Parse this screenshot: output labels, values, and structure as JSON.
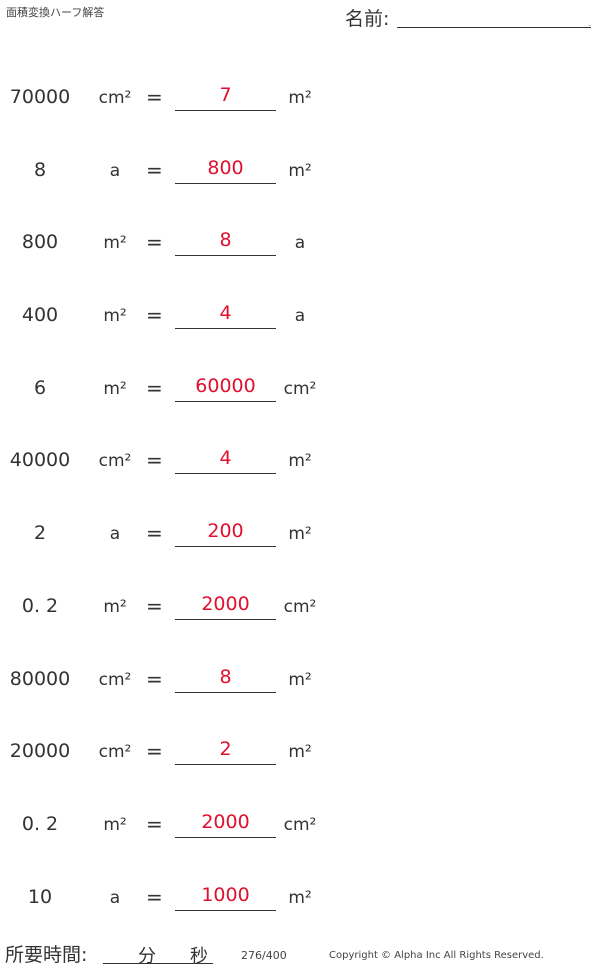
{
  "header": {
    "sheet_title": "面積変換ハーフ解答",
    "name_label": "名前:",
    "name_dot": "."
  },
  "equals_sign": "=",
  "problems": [
    {
      "value": "70000",
      "from_unit": "cm²",
      "answer": "7",
      "to_unit": "m²"
    },
    {
      "value": "8",
      "from_unit": "a",
      "answer": "800",
      "to_unit": "m²"
    },
    {
      "value": "800",
      "from_unit": "m²",
      "answer": "8",
      "to_unit": "a"
    },
    {
      "value": "400",
      "from_unit": "m²",
      "answer": "4",
      "to_unit": "a"
    },
    {
      "value": "6",
      "from_unit": "m²",
      "answer": "60000",
      "to_unit": "cm²"
    },
    {
      "value": "40000",
      "from_unit": "cm²",
      "answer": "4",
      "to_unit": "m²"
    },
    {
      "value": "2",
      "from_unit": "a",
      "answer": "200",
      "to_unit": "m²"
    },
    {
      "value": "0. 2",
      "from_unit": "m²",
      "answer": "2000",
      "to_unit": "cm²"
    },
    {
      "value": "80000",
      "from_unit": "cm²",
      "answer": "8",
      "to_unit": "m²"
    },
    {
      "value": "20000",
      "from_unit": "cm²",
      "answer": "2",
      "to_unit": "m²"
    },
    {
      "value": "0. 2",
      "from_unit": "m²",
      "answer": "2000",
      "to_unit": "cm²"
    },
    {
      "value": "10",
      "from_unit": "a",
      "answer": "1000",
      "to_unit": "m²"
    }
  ],
  "footer": {
    "time_label": "所要時間:",
    "minutes_label": "分",
    "seconds_label": "秒",
    "page_count": "276/400",
    "copyright": "Copyright © Alpha Inc All Rights Reserved."
  },
  "colors": {
    "answer": "#e0102f",
    "text": "#333333"
  }
}
